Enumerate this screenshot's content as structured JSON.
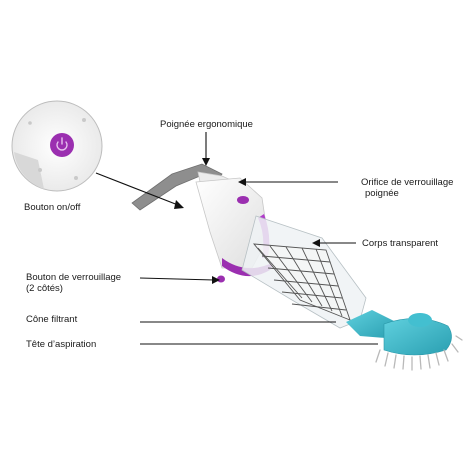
{
  "labels": {
    "handle": "Poignée ergonomique",
    "power_button": "Bouton on/off",
    "lock_hole_line1": "Orifice de verrouillage",
    "lock_hole_line2": "poignée",
    "transparent_body": "Corps transparent",
    "lock_button_line1": "Bouton de verrouillage",
    "lock_button_line2": "(2 côtés)",
    "filter_cone": "Cône filtrant",
    "suction_head": "Tête d’aspiration"
  },
  "colors": {
    "accent_purple": "#9b2fb0",
    "nozzle_teal": "#3bb7c8",
    "body_white": "#f4f4f4",
    "handle_grey": "#8a8a8a",
    "arrow_black": "#111111"
  },
  "icons": {
    "power": "power-icon"
  }
}
